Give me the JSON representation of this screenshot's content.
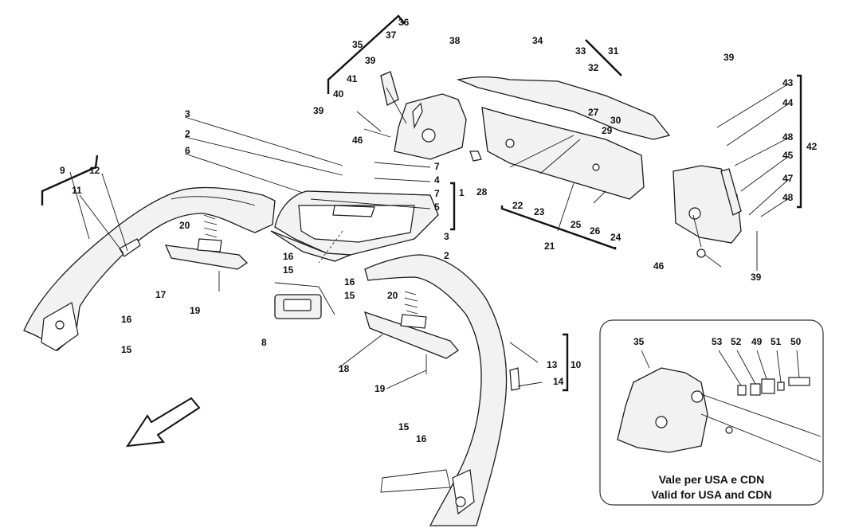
{
  "inset": {
    "note_it": "Vale per USA e CDN",
    "note_en": "Valid for USA and CDN"
  },
  "callouts": [
    "35",
    "36",
    "37",
    "38",
    "39",
    "41",
    "40",
    "39",
    "46",
    "3",
    "2",
    "6",
    "7",
    "4",
    "7",
    "5",
    "1",
    "3",
    "2",
    "9",
    "12",
    "11",
    "20",
    "16",
    "15",
    "17",
    "19",
    "8",
    "16",
    "15",
    "34",
    "33",
    "32",
    "31",
    "27",
    "30",
    "29",
    "22",
    "23",
    "28",
    "21",
    "25",
    "26",
    "24",
    "39",
    "43",
    "44",
    "48",
    "45",
    "47",
    "48",
    "42",
    "46",
    "39",
    "16",
    "15",
    "20",
    "18",
    "19",
    "13",
    "14",
    "10",
    "15",
    "16",
    "35",
    "53",
    "52",
    "49",
    "51",
    "50"
  ]
}
